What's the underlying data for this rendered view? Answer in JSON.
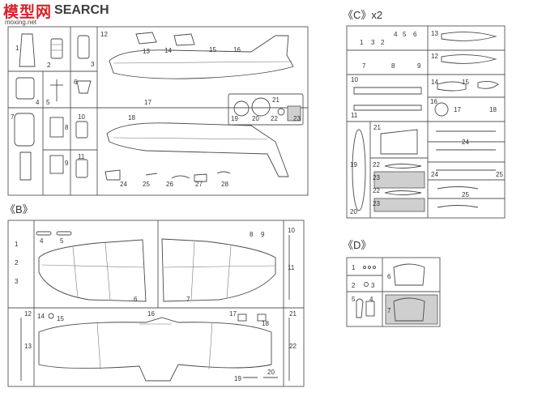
{
  "watermark": {
    "brand_chars": "模型网",
    "brand_word": "SEARCH",
    "sub": "moxing.net"
  },
  "sections": {
    "b": "《B》",
    "c": "《C》x2",
    "d": "《D》"
  },
  "parts": {
    "a": [
      "1",
      "2",
      "3",
      "4",
      "5",
      "6",
      "7",
      "8",
      "9",
      "10",
      "11",
      "12",
      "13",
      "14",
      "15",
      "16",
      "17",
      "18",
      "19",
      "20",
      "21",
      "22",
      "23",
      "24",
      "25",
      "26",
      "27",
      "28"
    ],
    "b": [
      "1",
      "2",
      "3",
      "4",
      "5",
      "6",
      "7",
      "8",
      "9",
      "10",
      "11",
      "12",
      "13",
      "14",
      "15",
      "16",
      "17",
      "18",
      "19",
      "20",
      "21",
      "22"
    ],
    "c": [
      "1",
      "2",
      "3",
      "4",
      "5",
      "6",
      "7",
      "8",
      "9",
      "10",
      "11",
      "12",
      "13",
      "14",
      "15",
      "16",
      "17",
      "18",
      "19",
      "20",
      "21",
      "22",
      "23",
      "24",
      "25"
    ],
    "d": [
      "1",
      "2",
      "3",
      "4",
      "5",
      "6",
      "7"
    ]
  }
}
